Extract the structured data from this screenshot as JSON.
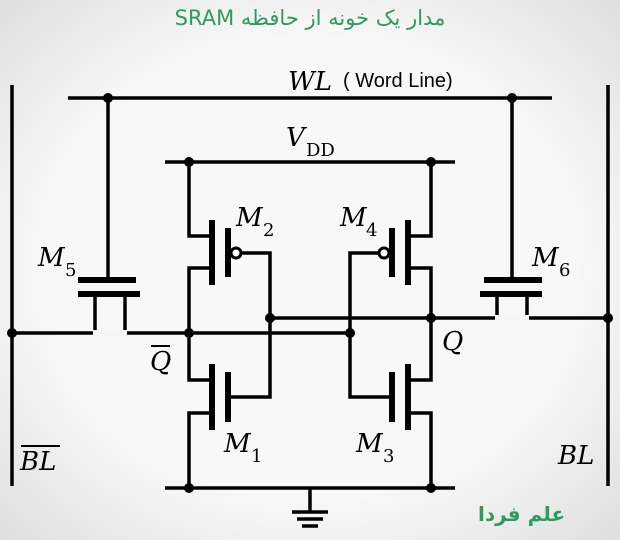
{
  "title": "مدار یک خونه از حافظه SRAM",
  "logo": "علم فردا",
  "labels": {
    "wl": "WL",
    "wl_note": "( Word Line)",
    "vdd": "V",
    "vdd_sub": "DD",
    "m1": "M",
    "m1_sub": "1",
    "m2": "M",
    "m2_sub": "2",
    "m3": "M",
    "m3_sub": "3",
    "m4": "M",
    "m4_sub": "4",
    "m5": "M",
    "m5_sub": "5",
    "m6": "M",
    "m6_sub": "6",
    "q": "Q",
    "qbar": "Q",
    "bl": "BL",
    "blbar": "BL"
  },
  "colors": {
    "accent": "#2e9a5c"
  }
}
